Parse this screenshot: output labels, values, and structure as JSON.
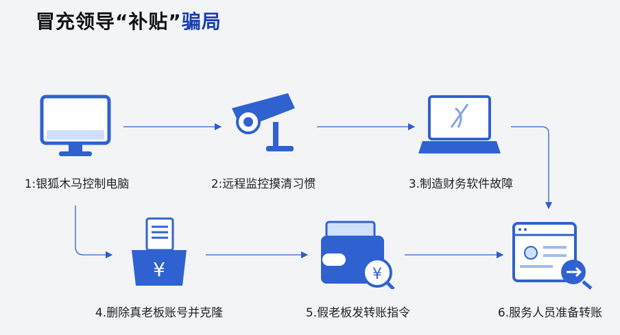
{
  "title": {
    "main": "冒充领导“补贴”",
    "highlight": "骗局"
  },
  "steps": [
    {
      "label": "1:银狐木马控制电脑",
      "icon": "computer-monitor-icon"
    },
    {
      "label": "2:远程监控摸清习惯",
      "icon": "security-camera-icon"
    },
    {
      "label": "3.制造财务软件故障",
      "icon": "laptop-icon"
    },
    {
      "label": "4.删除真老板账号并克隆",
      "icon": "money-bag-yuan-icon"
    },
    {
      "label": "5.假老板发转账指令",
      "icon": "wallet-yuan-icon"
    },
    {
      "label": "6.服务人员准备转账",
      "icon": "profile-transfer-icon"
    }
  ],
  "colors": {
    "accent": "#1a3fae",
    "icon_blue": "#3d6fd8",
    "light_blue": "#cfe0fb"
  }
}
